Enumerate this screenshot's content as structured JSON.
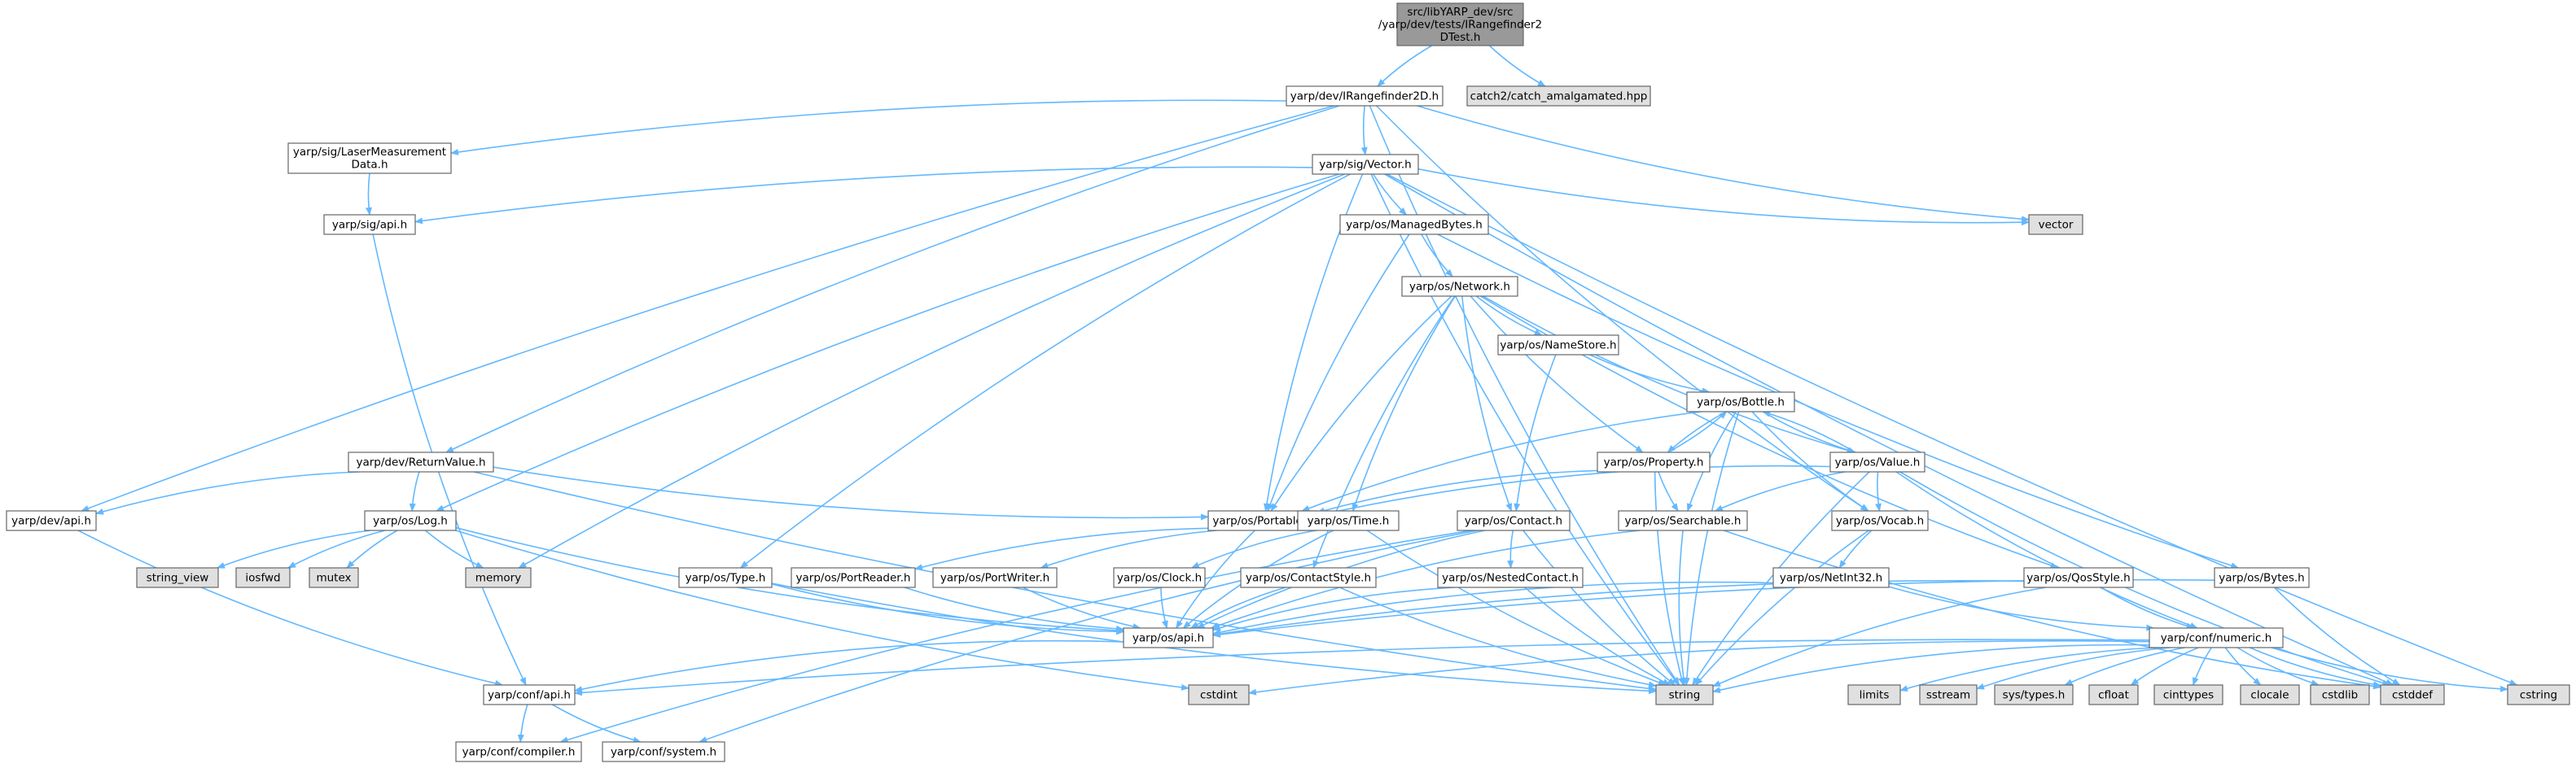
{
  "colors": {
    "edge": "#63b8ff",
    "node_border": "#666666",
    "node_fill": "#ffffff",
    "root_fill": "#999999",
    "external_fill": "#e0e0e0",
    "external_border": "#999999",
    "highlight_border": "#ff0000"
  },
  "nodes": [
    {
      "id": "root",
      "lines": [
        "src/libYARP_dev/src",
        "/yarp/dev/tests/IRangefinder2",
        "DTest.h"
      ],
      "kind": "root"
    },
    {
      "id": "irange",
      "lines": [
        "yarp/dev/IRangefinder2D.h"
      ],
      "kind": "normal"
    },
    {
      "id": "catch",
      "lines": [
        "catch2/catch_amalgamated.hpp"
      ],
      "kind": "external"
    },
    {
      "id": "lasermeas",
      "lines": [
        "yarp/sig/LaserMeasurement",
        "Data.h"
      ],
      "kind": "normal"
    },
    {
      "id": "vector_h",
      "lines": [
        "yarp/sig/Vector.h"
      ],
      "kind": "normal"
    },
    {
      "id": "vector",
      "lines": [
        "vector"
      ],
      "kind": "external"
    },
    {
      "id": "sigapi",
      "lines": [
        "yarp/sig/api.h"
      ],
      "kind": "normal"
    },
    {
      "id": "managed",
      "lines": [
        "yarp/os/ManagedBytes.h"
      ],
      "kind": "normal"
    },
    {
      "id": "network",
      "lines": [
        "yarp/os/Network.h"
      ],
      "kind": "normal"
    },
    {
      "id": "namestore",
      "lines": [
        "yarp/os/NameStore.h"
      ],
      "kind": "normal"
    },
    {
      "id": "bottle",
      "lines": [
        "yarp/os/Bottle.h"
      ],
      "kind": "normal"
    },
    {
      "id": "property",
      "lines": [
        "yarp/os/Property.h"
      ],
      "kind": "normal"
    },
    {
      "id": "value",
      "lines": [
        "yarp/os/Value.h"
      ],
      "kind": "normal"
    },
    {
      "id": "returnvalue",
      "lines": [
        "yarp/dev/ReturnValue.h"
      ],
      "kind": "normal"
    },
    {
      "id": "devapi",
      "lines": [
        "yarp/dev/api.h"
      ],
      "kind": "normal"
    },
    {
      "id": "log",
      "lines": [
        "yarp/os/Log.h"
      ],
      "kind": "normal"
    },
    {
      "id": "portable",
      "lines": [
        "yarp/os/Portable.h"
      ],
      "kind": "normal"
    },
    {
      "id": "time",
      "lines": [
        "yarp/os/Time.h"
      ],
      "kind": "highlight"
    },
    {
      "id": "contact",
      "lines": [
        "yarp/os/Contact.h"
      ],
      "kind": "normal"
    },
    {
      "id": "searchable",
      "lines": [
        "yarp/os/Searchable.h"
      ],
      "kind": "normal"
    },
    {
      "id": "vocab",
      "lines": [
        "yarp/os/Vocab.h"
      ],
      "kind": "normal"
    },
    {
      "id": "string_view",
      "lines": [
        "string_view"
      ],
      "kind": "external"
    },
    {
      "id": "iosfwd",
      "lines": [
        "iosfwd"
      ],
      "kind": "external"
    },
    {
      "id": "mutex",
      "lines": [
        "mutex"
      ],
      "kind": "external"
    },
    {
      "id": "memory",
      "lines": [
        "memory"
      ],
      "kind": "external"
    },
    {
      "id": "type",
      "lines": [
        "yarp/os/Type.h"
      ],
      "kind": "normal"
    },
    {
      "id": "portreader",
      "lines": [
        "yarp/os/PortReader.h"
      ],
      "kind": "normal"
    },
    {
      "id": "portwriter",
      "lines": [
        "yarp/os/PortWriter.h"
      ],
      "kind": "normal"
    },
    {
      "id": "clock",
      "lines": [
        "yarp/os/Clock.h"
      ],
      "kind": "normal"
    },
    {
      "id": "contactstyle",
      "lines": [
        "yarp/os/ContactStyle.h"
      ],
      "kind": "normal"
    },
    {
      "id": "nestedcontact",
      "lines": [
        "yarp/os/NestedContact.h"
      ],
      "kind": "normal"
    },
    {
      "id": "netint32",
      "lines": [
        "yarp/os/NetInt32.h"
      ],
      "kind": "normal"
    },
    {
      "id": "qosstyle",
      "lines": [
        "yarp/os/QosStyle.h"
      ],
      "kind": "normal"
    },
    {
      "id": "bytes",
      "lines": [
        "yarp/os/Bytes.h"
      ],
      "kind": "normal"
    },
    {
      "id": "osapi",
      "lines": [
        "yarp/os/api.h"
      ],
      "kind": "normal"
    },
    {
      "id": "numeric",
      "lines": [
        "yarp/conf/numeric.h"
      ],
      "kind": "normal"
    },
    {
      "id": "confapi",
      "lines": [
        "yarp/conf/api.h"
      ],
      "kind": "normal"
    },
    {
      "id": "cstdint",
      "lines": [
        "cstdint"
      ],
      "kind": "external"
    },
    {
      "id": "string",
      "lines": [
        "string"
      ],
      "kind": "external"
    },
    {
      "id": "limits",
      "lines": [
        "limits"
      ],
      "kind": "external"
    },
    {
      "id": "sstream",
      "lines": [
        "sstream"
      ],
      "kind": "external"
    },
    {
      "id": "systypes",
      "lines": [
        "sys/types.h"
      ],
      "kind": "external"
    },
    {
      "id": "cfloat",
      "lines": [
        "cfloat"
      ],
      "kind": "external"
    },
    {
      "id": "cinttypes",
      "lines": [
        "cinttypes"
      ],
      "kind": "external"
    },
    {
      "id": "clocale",
      "lines": [
        "clocale"
      ],
      "kind": "external"
    },
    {
      "id": "cstdlib",
      "lines": [
        "cstdlib"
      ],
      "kind": "external"
    },
    {
      "id": "cstddef",
      "lines": [
        "cstddef"
      ],
      "kind": "external"
    },
    {
      "id": "cstring",
      "lines": [
        "cstring"
      ],
      "kind": "external"
    },
    {
      "id": "compiler",
      "lines": [
        "yarp/conf/compiler.h"
      ],
      "kind": "normal"
    },
    {
      "id": "system",
      "lines": [
        "yarp/conf/system.h"
      ],
      "kind": "normal"
    }
  ],
  "edges": [
    [
      "root",
      "irange"
    ],
    [
      "root",
      "catch"
    ],
    [
      "irange",
      "lasermeas"
    ],
    [
      "irange",
      "vector_h"
    ],
    [
      "irange",
      "devapi"
    ],
    [
      "irange",
      "returnvalue"
    ],
    [
      "irange",
      "vocab"
    ],
    [
      "irange",
      "vector"
    ],
    [
      "irange",
      "string"
    ],
    [
      "lasermeas",
      "sigapi"
    ],
    [
      "vector_h",
      "sigapi"
    ],
    [
      "vector_h",
      "managed"
    ],
    [
      "vector_h",
      "portable"
    ],
    [
      "vector_h",
      "log"
    ],
    [
      "vector_h",
      "type"
    ],
    [
      "vector_h",
      "memory"
    ],
    [
      "vector_h",
      "vector"
    ],
    [
      "vector_h",
      "string"
    ],
    [
      "vector_h",
      "cstddef"
    ],
    [
      "vector_h",
      "cstring"
    ],
    [
      "sigapi",
      "confapi"
    ],
    [
      "managed",
      "network"
    ],
    [
      "managed",
      "portable"
    ],
    [
      "managed",
      "bytes"
    ],
    [
      "network",
      "namestore"
    ],
    [
      "network",
      "contact"
    ],
    [
      "network",
      "portable"
    ],
    [
      "network",
      "property"
    ],
    [
      "network",
      "value"
    ],
    [
      "network",
      "time"
    ],
    [
      "network",
      "contactstyle"
    ],
    [
      "network",
      "qosstyle"
    ],
    [
      "namestore",
      "bottle"
    ],
    [
      "namestore",
      "contact"
    ],
    [
      "bottle",
      "property"
    ],
    [
      "bottle",
      "value"
    ],
    [
      "bottle",
      "searchable"
    ],
    [
      "bottle",
      "vocab"
    ],
    [
      "bottle",
      "portable"
    ],
    [
      "bottle",
      "string"
    ],
    [
      "property",
      "bottle"
    ],
    [
      "property",
      "searchable"
    ],
    [
      "property",
      "portable"
    ],
    [
      "property",
      "string"
    ],
    [
      "value",
      "bottle"
    ],
    [
      "value",
      "searchable"
    ],
    [
      "value",
      "vocab"
    ],
    [
      "value",
      "portable"
    ],
    [
      "value",
      "numeric"
    ],
    [
      "value",
      "string"
    ],
    [
      "value",
      "cstddef"
    ],
    [
      "returnvalue",
      "devapi"
    ],
    [
      "returnvalue",
      "log"
    ],
    [
      "returnvalue",
      "portable"
    ],
    [
      "returnvalue",
      "string"
    ],
    [
      "devapi",
      "confapi"
    ],
    [
      "log",
      "osapi"
    ],
    [
      "log",
      "string_view"
    ],
    [
      "log",
      "iosfwd"
    ],
    [
      "log",
      "mutex"
    ],
    [
      "log",
      "memory"
    ],
    [
      "log",
      "cstdint"
    ],
    [
      "portable",
      "portreader"
    ],
    [
      "portable",
      "portwriter"
    ],
    [
      "portable",
      "osapi"
    ],
    [
      "time",
      "clock"
    ],
    [
      "time",
      "osapi"
    ],
    [
      "time",
      "string"
    ],
    [
      "contact",
      "nestedcontact"
    ],
    [
      "contact",
      "osapi"
    ],
    [
      "contact",
      "string"
    ],
    [
      "contact",
      "compiler"
    ],
    [
      "contact",
      "system"
    ],
    [
      "searchable",
      "osapi"
    ],
    [
      "searchable",
      "string"
    ],
    [
      "searchable",
      "cstddef"
    ],
    [
      "vocab",
      "netint32"
    ],
    [
      "vocab",
      "string"
    ],
    [
      "type",
      "osapi"
    ],
    [
      "type",
      "string"
    ],
    [
      "portreader",
      "osapi"
    ],
    [
      "portwriter",
      "osapi"
    ],
    [
      "clock",
      "osapi"
    ],
    [
      "contactstyle",
      "osapi"
    ],
    [
      "contactstyle",
      "string"
    ],
    [
      "nestedcontact",
      "osapi"
    ],
    [
      "nestedcontact",
      "string"
    ],
    [
      "netint32",
      "numeric"
    ],
    [
      "netint32",
      "osapi"
    ],
    [
      "qosstyle",
      "osapi"
    ],
    [
      "qosstyle",
      "numeric"
    ],
    [
      "qosstyle",
      "string"
    ],
    [
      "bytes",
      "osapi"
    ],
    [
      "bytes",
      "cstddef"
    ],
    [
      "osapi",
      "confapi"
    ],
    [
      "numeric",
      "confapi"
    ],
    [
      "numeric",
      "cstdint"
    ],
    [
      "numeric",
      "string"
    ],
    [
      "numeric",
      "limits"
    ],
    [
      "numeric",
      "sstream"
    ],
    [
      "numeric",
      "systypes"
    ],
    [
      "numeric",
      "cfloat"
    ],
    [
      "numeric",
      "cinttypes"
    ],
    [
      "numeric",
      "clocale"
    ],
    [
      "numeric",
      "cstdlib"
    ],
    [
      "numeric",
      "cstddef"
    ],
    [
      "numeric",
      "cstring"
    ],
    [
      "confapi",
      "compiler"
    ],
    [
      "confapi",
      "system"
    ]
  ]
}
